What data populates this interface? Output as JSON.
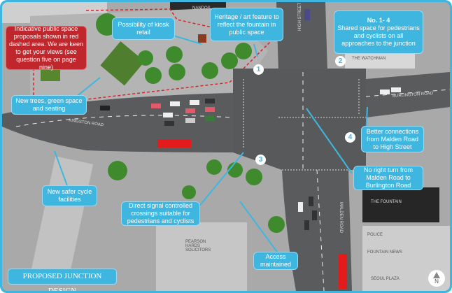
{
  "title": "PROPOSED JUNCTION DESIGN",
  "callouts": {
    "red_area": "Indicative public space proposals shown in red dashed area. We are keen to get your views (see question five on page nine)",
    "kiosk": "Possibility of kiosk retail",
    "heritage": "Heritage / art feature to reflect the fountain in public space",
    "shared_title": "No. 1- 4",
    "shared_body": "Shared space for pedestrians and cyclists on all approaches to the junction",
    "trees": "New trees, green space and seating",
    "better_connections": "Better connections from Malden Road to High Street",
    "no_right_turn": "No right turn from Malden Road to Burlington Road",
    "cycle": "New safer cycle facilities",
    "crossings": "Direct signal controlled crossings suitable for pedestrians and cyclists",
    "access": "Access maintained"
  },
  "markers": [
    "1",
    "2",
    "3",
    "4"
  ],
  "labels": {
    "nandos": "NANDOS",
    "high_street": "HIGH STREET",
    "watchman": "THE WATCHMAN",
    "burlington": "BURLINGTON ROAD",
    "kingston": "KINGSTON ROAD",
    "fountain": "THE FOUNTAIN",
    "malden": "MALDEN ROAD",
    "police": "POLICE",
    "fountain_news": "FOUNTAIN NEWS",
    "seoul": "SEOUL PLAZA",
    "pearson": "PEARSON HARDS SOLICITORS"
  },
  "north_label": "N",
  "colors": {
    "accent": "#3fb6e0",
    "alert": "#c0272d",
    "road": "#5a5b5d",
    "pavement": "#a9a9a9",
    "tree": "#3f8a2c",
    "bus": "#e41b1b"
  }
}
